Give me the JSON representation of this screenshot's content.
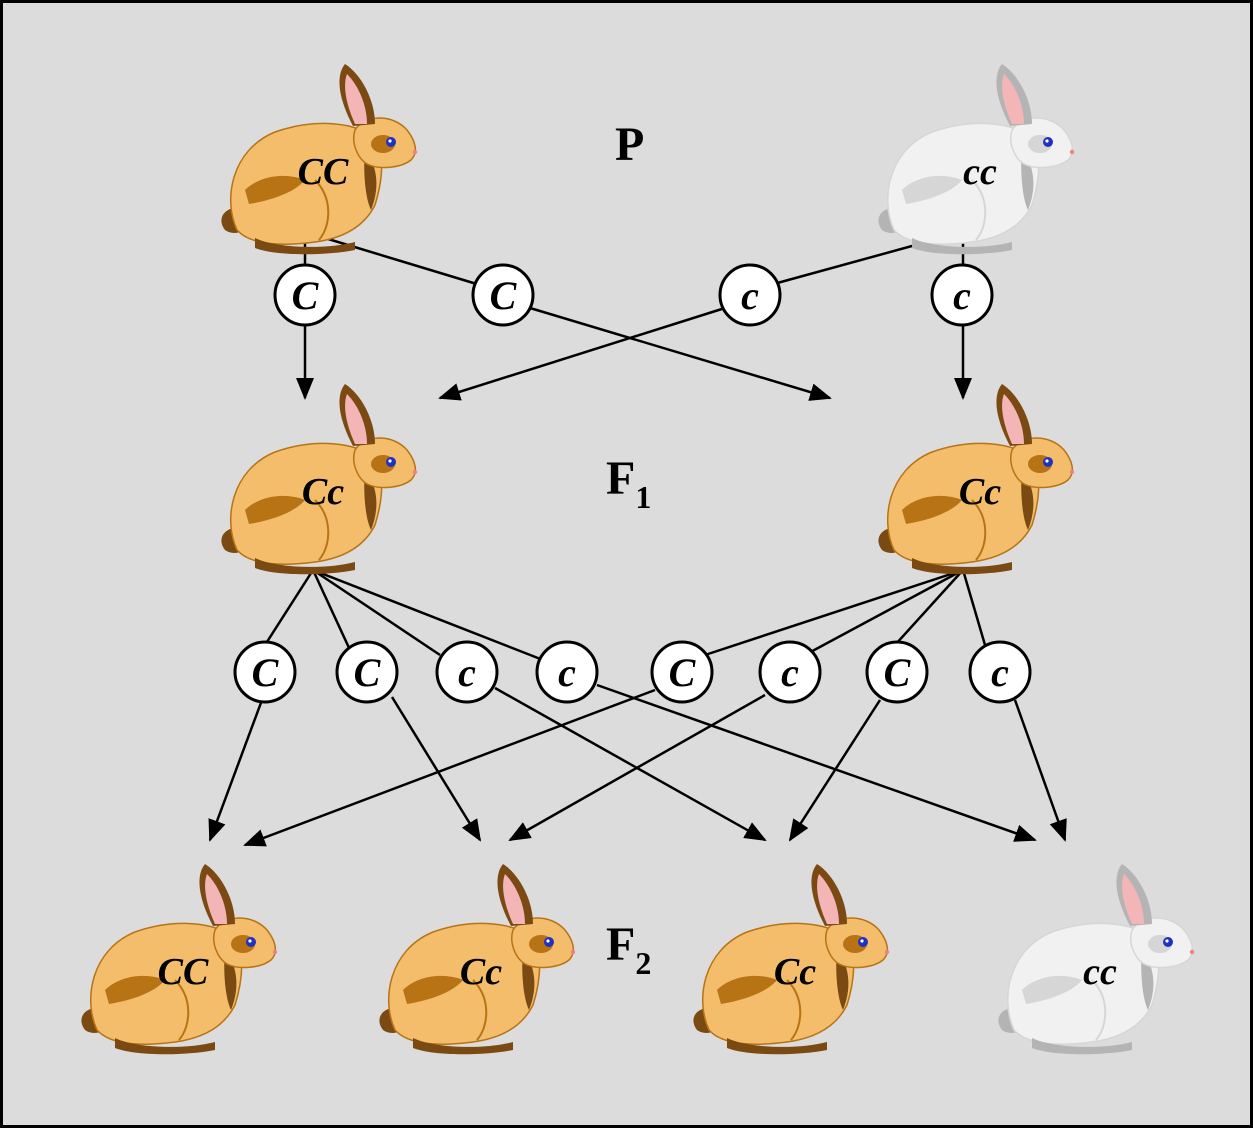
{
  "generations": {
    "p": {
      "label": "P"
    },
    "f1": {
      "label": "F",
      "sub": "1"
    },
    "f2": {
      "label": "F",
      "sub": "2"
    }
  },
  "parents": [
    {
      "genotype": "CC",
      "phenotype": "colored"
    },
    {
      "genotype": "cc",
      "phenotype": "albino"
    }
  ],
  "parent_gametes": [
    "C",
    "C",
    "c",
    "c"
  ],
  "f1": [
    {
      "genotype": "Cc",
      "phenotype": "colored"
    },
    {
      "genotype": "Cc",
      "phenotype": "colored"
    }
  ],
  "f1_gametes": [
    "C",
    "C",
    "c",
    "c",
    "C",
    "c",
    "C",
    "c"
  ],
  "f2": [
    {
      "genotype": "CC",
      "phenotype": "colored"
    },
    {
      "genotype": "Cc",
      "phenotype": "colored"
    },
    {
      "genotype": "Cc",
      "phenotype": "colored"
    },
    {
      "genotype": "cc",
      "phenotype": "albino"
    }
  ],
  "colors": {
    "panel": "#dcdcdc",
    "border": "#000000",
    "colored_body": "#f4bd6b",
    "colored_shade": "#b87314",
    "colored_dark": "#7a4a12",
    "albino_body": "#f1f1f1",
    "albino_shade": "#d6d6d6",
    "albino_dark": "#b4b4b4",
    "ear_inner": "#f3b5b5",
    "eye": "#2030c0",
    "circle_fill": "#ffffff",
    "line": "#000000"
  }
}
